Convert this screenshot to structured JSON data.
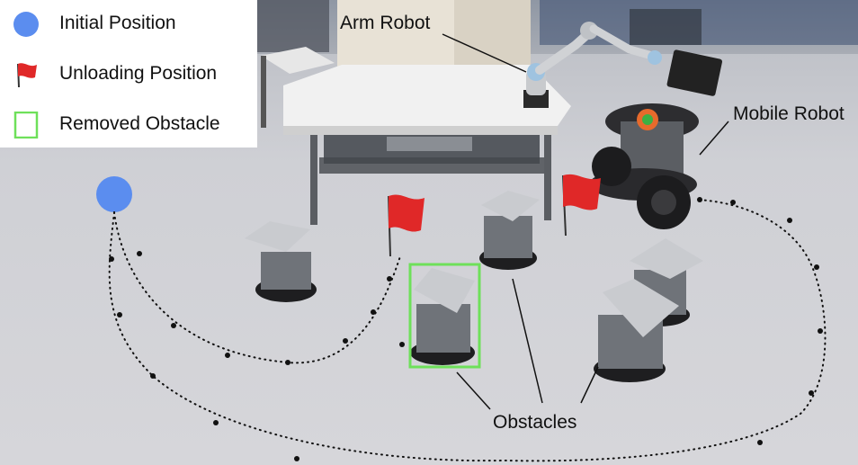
{
  "legend": {
    "initial_position": "Initial Position",
    "unloading_position": "Unloading Position",
    "removed_obstacle": "Removed Obstacle"
  },
  "callouts": {
    "arm_robot": "Arm Robot",
    "mobile_robot": "Mobile Robot",
    "obstacles": "Obstacles"
  },
  "colors": {
    "initial_marker": "#5b8def",
    "flag": "#e02828",
    "removed_box": "#6ee05a",
    "floor": "#c9cacf"
  }
}
